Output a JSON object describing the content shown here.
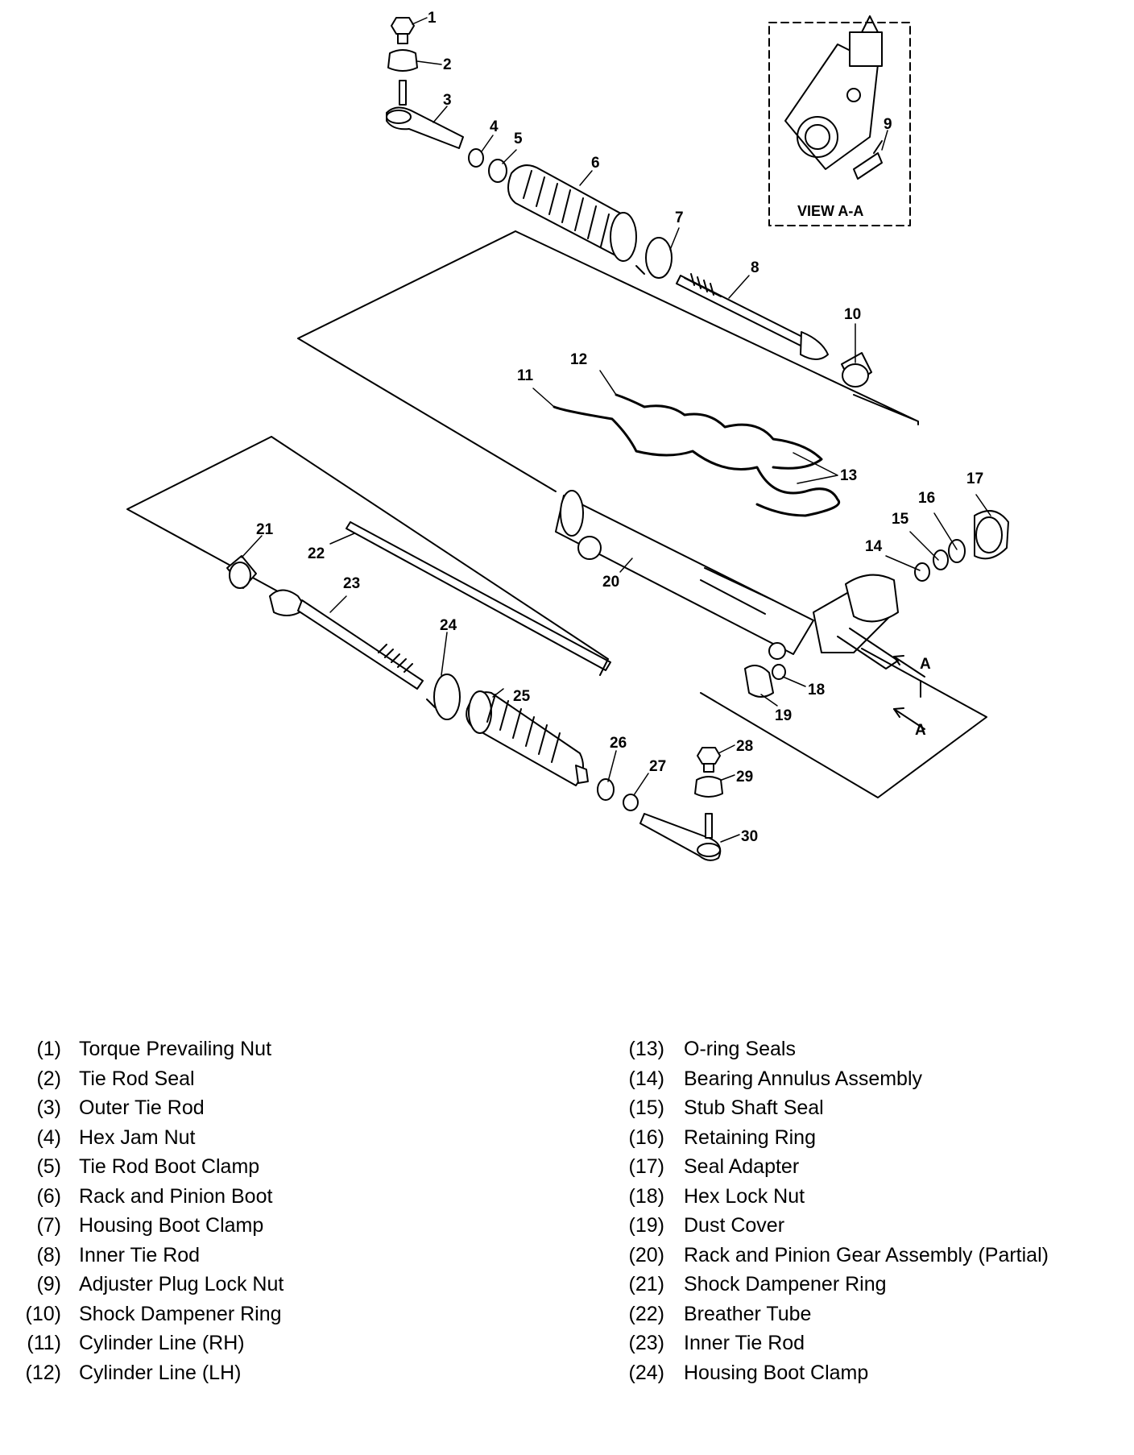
{
  "view_label": "VIEW A-A",
  "section_letter": "A",
  "callouts": [
    "1",
    "2",
    "3",
    "4",
    "5",
    "6",
    "7",
    "8",
    "9",
    "10",
    "11",
    "12",
    "13",
    "14",
    "15",
    "16",
    "17",
    "18",
    "19",
    "20",
    "21",
    "22",
    "23",
    "24",
    "25",
    "26",
    "27",
    "28",
    "29",
    "30"
  ],
  "legend_left": [
    {
      "num": "(1)",
      "name": "Torque Prevailing Nut"
    },
    {
      "num": "(2)",
      "name": "Tie Rod Seal"
    },
    {
      "num": "(3)",
      "name": "Outer Tie Rod"
    },
    {
      "num": "(4)",
      "name": "Hex Jam Nut"
    },
    {
      "num": "(5)",
      "name": "Tie Rod Boot Clamp"
    },
    {
      "num": "(6)",
      "name": "Rack and Pinion Boot"
    },
    {
      "num": "(7)",
      "name": "Housing Boot Clamp"
    },
    {
      "num": "(8)",
      "name": "Inner Tie Rod"
    },
    {
      "num": "(9)",
      "name": "Adjuster Plug Lock Nut"
    },
    {
      "num": "(10)",
      "name": "Shock Dampener Ring"
    },
    {
      "num": "(11)",
      "name": "Cylinder Line (RH)"
    },
    {
      "num": "(12)",
      "name": "Cylinder Line (LH)"
    }
  ],
  "legend_right": [
    {
      "num": "(13)",
      "name": "O-ring Seals"
    },
    {
      "num": "(14)",
      "name": "Bearing Annulus Assembly"
    },
    {
      "num": "(15)",
      "name": "Stub Shaft Seal"
    },
    {
      "num": "(16)",
      "name": "Retaining Ring"
    },
    {
      "num": "(17)",
      "name": "Seal Adapter"
    },
    {
      "num": "(18)",
      "name": "Hex Lock Nut"
    },
    {
      "num": "(19)",
      "name": "Dust Cover"
    },
    {
      "num": "(20)",
      "name": "Rack and Pinion Gear Assembly (Partial)"
    },
    {
      "num": "(21)",
      "name": "Shock Dampener Ring"
    },
    {
      "num": "(22)",
      "name": "Breather Tube"
    },
    {
      "num": "(23)",
      "name": "Inner Tie Rod"
    },
    {
      "num": "(24)",
      "name": "Housing Boot Clamp"
    }
  ]
}
